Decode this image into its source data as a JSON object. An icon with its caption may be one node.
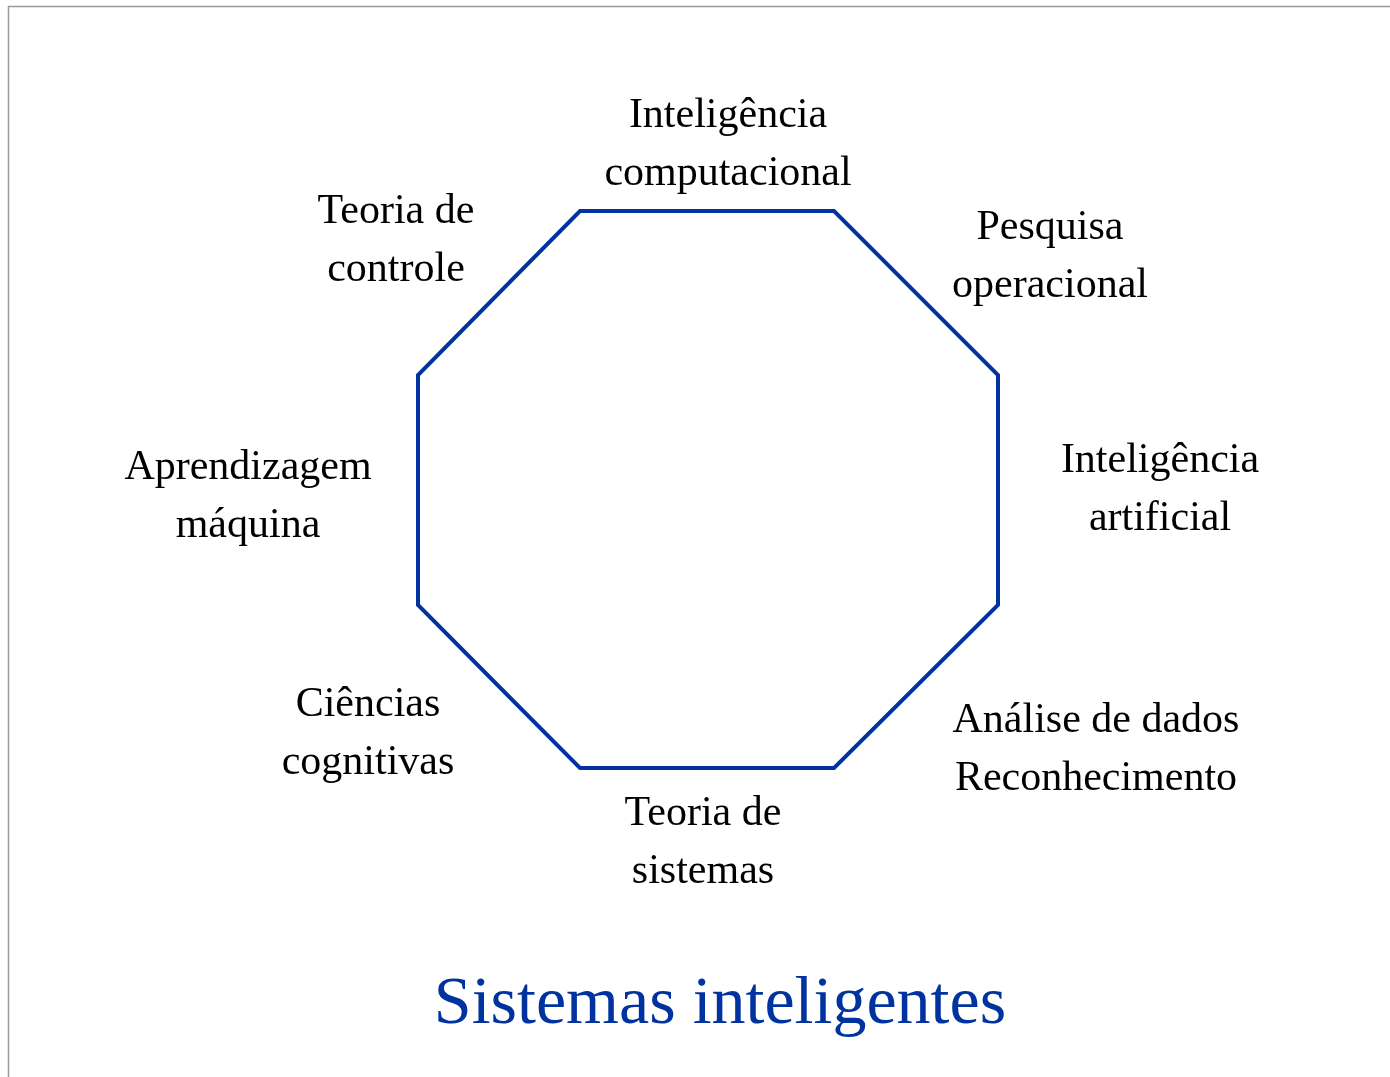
{
  "diagram": {
    "title": "Sistemas inteligentes",
    "nodes": [
      {
        "text": [],
        "shape": "octagon",
        "beside": [
          "Inteligência computacional",
          "Teoria de controle",
          "Pesquisa operacional",
          "Aprendizagem máquina",
          "Inteligência artificial",
          "Ciências cognitivas",
          "Análise de dados Reconhecimento",
          "Teoria de sistemas"
        ]
      }
    ],
    "edges": []
  }
}
